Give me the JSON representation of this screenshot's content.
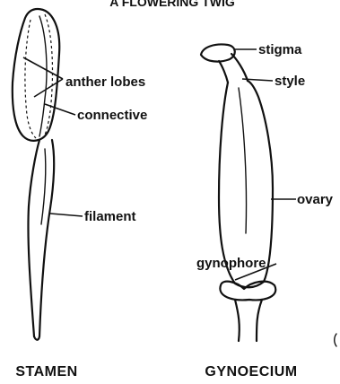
{
  "heading": "A FLOWERING TWIG",
  "stamen": {
    "caption": "STAMEN",
    "labels": {
      "anther_lobes": "anther lobes",
      "connective": "connective",
      "filament": "filament"
    }
  },
  "gynoecium": {
    "caption": "GYNOECIUM",
    "labels": {
      "stigma": "stigma",
      "style": "style",
      "ovary": "ovary",
      "gynophore": "gynophore"
    }
  }
}
